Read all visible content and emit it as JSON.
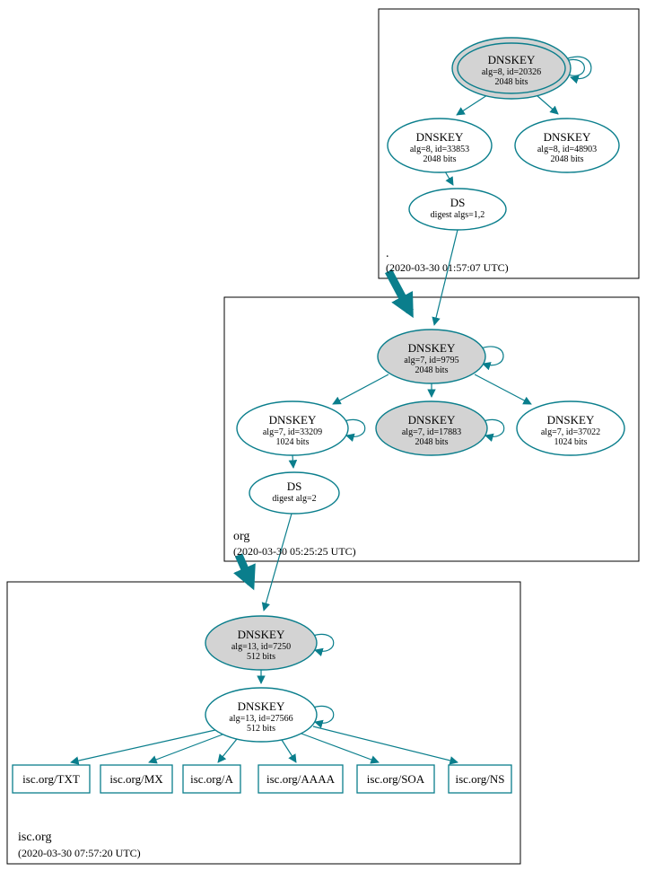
{
  "colors": {
    "edge": "#0a7e8c",
    "ksk_fill": "#d3d3d3",
    "node_fill": "#ffffff",
    "zone_border": "#000000"
  },
  "zones": {
    "root": {
      "label": ".",
      "timestamp": "(2020-03-30 01:57:07 UTC)",
      "ksk": {
        "title": "DNSKEY",
        "meta": "alg=8, id=20326",
        "size": "2048 bits"
      },
      "zsk1": {
        "title": "DNSKEY",
        "meta": "alg=8, id=33853",
        "size": "2048 bits"
      },
      "zsk2": {
        "title": "DNSKEY",
        "meta": "alg=8, id=48903",
        "size": "2048 bits"
      },
      "ds": {
        "title": "DS",
        "meta": "digest algs=1,2"
      }
    },
    "org": {
      "label": "org",
      "timestamp": "(2020-03-30 05:25:25 UTC)",
      "ksk": {
        "title": "DNSKEY",
        "meta": "alg=7, id=9795",
        "size": "2048 bits"
      },
      "key1": {
        "title": "DNSKEY",
        "meta": "alg=7, id=33209",
        "size": "1024 bits"
      },
      "key2": {
        "title": "DNSKEY",
        "meta": "alg=7, id=17883",
        "size": "2048 bits"
      },
      "key3": {
        "title": "DNSKEY",
        "meta": "alg=7, id=37022",
        "size": "1024 bits"
      },
      "ds": {
        "title": "DS",
        "meta": "digest alg=2"
      }
    },
    "isc": {
      "label": "isc.org",
      "timestamp": "(2020-03-30 07:57:20 UTC)",
      "ksk": {
        "title": "DNSKEY",
        "meta": "alg=13, id=7250",
        "size": "512 bits"
      },
      "zsk": {
        "title": "DNSKEY",
        "meta": "alg=13, id=27566",
        "size": "512 bits"
      },
      "records": [
        {
          "label": "isc.org/TXT"
        },
        {
          "label": "isc.org/MX"
        },
        {
          "label": "isc.org/A"
        },
        {
          "label": "isc.org/AAAA"
        },
        {
          "label": "isc.org/SOA"
        },
        {
          "label": "isc.org/NS"
        }
      ]
    }
  }
}
